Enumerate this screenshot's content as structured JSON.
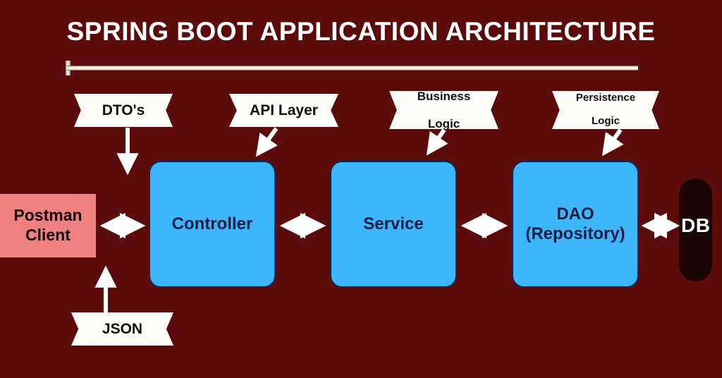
{
  "page": {
    "title": "SPRING BOOT APPLICATION ARCHITECTURE",
    "background_color": "#5C0B0B",
    "divider_color": "#FBF7EE"
  },
  "colors": {
    "background_maroon": "#5C0B0B",
    "box_blue": "#3DB5FA",
    "box_blue_border": "#13294B",
    "box_blue_text": "#0D1F45",
    "client_pink": "#F08080",
    "client_text": "#140303",
    "ribbon_white": "#FDFBF7",
    "ribbon_text": "#101010",
    "db_dark": "#1A0404",
    "arrow_white": "#FFFFFF"
  },
  "ribbons": [
    {
      "id": "dtos",
      "lines": [
        "DTO's"
      ],
      "font_size": "21px"
    },
    {
      "id": "api-layer",
      "lines": [
        "API Layer"
      ],
      "font_size": "21px"
    },
    {
      "id": "business-logic",
      "lines": [
        "Business",
        "Logic"
      ],
      "font_size": "17px"
    },
    {
      "id": "persistence-logic",
      "lines": [
        "Persistence",
        "Logic"
      ],
      "font_size": "15px"
    },
    {
      "id": "json",
      "lines": [
        "JSON"
      ],
      "font_size": "21px"
    }
  ],
  "nodes": [
    {
      "id": "postman-client",
      "lines": [
        "Postman",
        "Client"
      ],
      "type": "client"
    },
    {
      "id": "controller",
      "lines": [
        "Controller"
      ],
      "type": "layer"
    },
    {
      "id": "service",
      "lines": [
        "Service"
      ],
      "type": "layer"
    },
    {
      "id": "dao",
      "lines": [
        "DAO",
        "(Repository)"
      ],
      "type": "layer"
    },
    {
      "id": "db",
      "lines": [
        "DB"
      ],
      "type": "store"
    }
  ],
  "connections": [
    {
      "from": "postman-client",
      "to": "controller",
      "style": "double-arrow"
    },
    {
      "from": "controller",
      "to": "service",
      "style": "double-arrow"
    },
    {
      "from": "service",
      "to": "dao",
      "style": "double-arrow"
    },
    {
      "from": "dao",
      "to": "db",
      "style": "double-arrow"
    },
    {
      "from": "dtos",
      "to": "controller",
      "style": "single-arrow-down"
    },
    {
      "from": "api-layer",
      "to": "controller",
      "style": "single-arrow-diagonal"
    },
    {
      "from": "business-logic",
      "to": "service",
      "style": "single-arrow-diagonal"
    },
    {
      "from": "persistence-logic",
      "to": "dao",
      "style": "single-arrow-diagonal"
    },
    {
      "from": "json",
      "to": "postman-client",
      "style": "single-arrow-up"
    }
  ]
}
